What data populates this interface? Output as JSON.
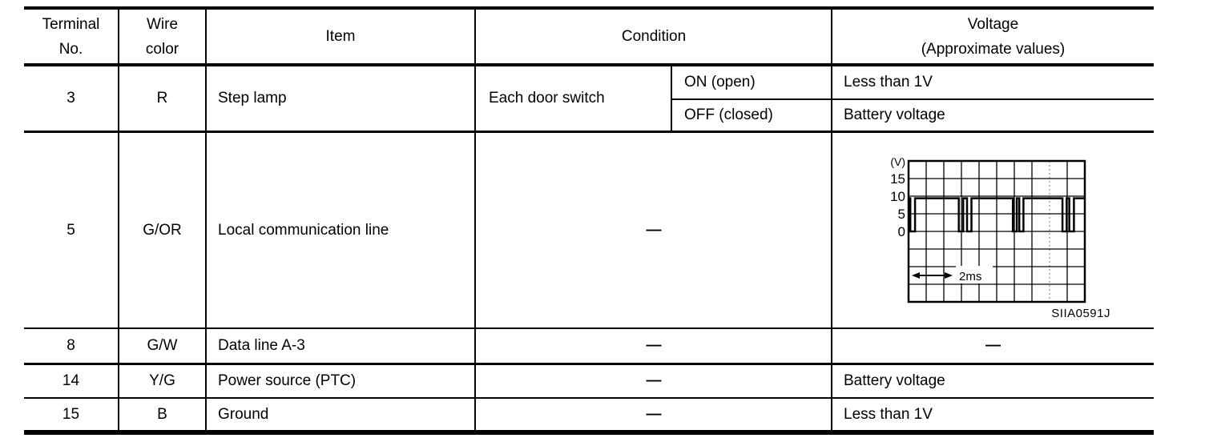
{
  "table": {
    "header": {
      "terminal_no": [
        "Terminal",
        "No."
      ],
      "wire_color": [
        "Wire",
        "color"
      ],
      "item": "Item",
      "condition": "Condition",
      "voltage": [
        "Voltage",
        "(Approximate values)"
      ]
    },
    "rows": [
      {
        "terminal_no": "3",
        "wire_color": "R",
        "item": "Step lamp",
        "condition": "Each door switch",
        "sub_conditions": [
          {
            "state": "ON (open)",
            "voltage": "Less than 1V"
          },
          {
            "state": "OFF (closed)",
            "voltage": "Battery voltage"
          }
        ]
      },
      {
        "terminal_no": "5",
        "wire_color": "G/OR",
        "item": "Local communication line",
        "condition": "—",
        "voltage_figure": "pulse-waveform"
      },
      {
        "terminal_no": "8",
        "wire_color": "G/W",
        "item": "Data line A-3",
        "condition": "—",
        "voltage": "—"
      },
      {
        "terminal_no": "14",
        "wire_color": "Y/G",
        "item": "Power source (PTC)",
        "condition": "—",
        "voltage": "Battery voltage"
      },
      {
        "terminal_no": "15",
        "wire_color": "B",
        "item": "Ground",
        "condition": "—",
        "voltage": "Less than 1V"
      }
    ]
  },
  "waveform": {
    "type": "line",
    "unit_label": "(V)",
    "y_ticks": [
      "15",
      "10",
      "5",
      "0"
    ],
    "volts_per_division": 5,
    "grid_columns": 10,
    "grid_rows": 8,
    "dotted_division_index": 8,
    "high_level_v": 9.4,
    "low_level_v": 0,
    "pulses_div": [
      [
        0.1,
        0.37
      ],
      [
        2.85,
        3.1
      ],
      [
        3.32,
        3.57
      ],
      [
        5.92,
        6.14
      ],
      [
        6.28,
        6.52
      ],
      [
        8.73,
        8.97
      ],
      [
        9.12,
        9.38
      ]
    ],
    "time_label": "2ms",
    "figure_code": "SIIA0591J"
  }
}
